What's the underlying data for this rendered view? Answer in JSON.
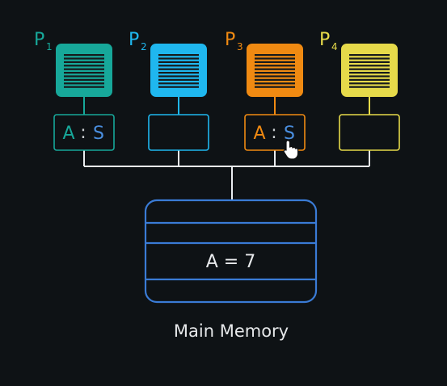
{
  "processors": [
    {
      "label": "P",
      "index": "1",
      "color": "#17a89a",
      "cache": {
        "var": "A",
        "sep": ":",
        "state": "S",
        "var_color": "#17a89a",
        "state_color": "#4a8fe0"
      }
    },
    {
      "label": "P",
      "index": "2",
      "color": "#1fb7ef",
      "cache": null
    },
    {
      "label": "P",
      "index": "3",
      "color": "#f08a12",
      "cache": {
        "var": "A",
        "sep": ":",
        "state": "S",
        "var_color": "#f08a12",
        "state_color": "#4a8fe0"
      }
    },
    {
      "label": "P",
      "index": "4",
      "color": "#e6da4a",
      "cache": null
    }
  ],
  "memory": {
    "value_text": "A = 7",
    "border_color": "#3a7bd5",
    "caption": "Main Memory"
  },
  "bus_color": "#e9ecef",
  "icons": [
    "hand-cursor-icon"
  ]
}
